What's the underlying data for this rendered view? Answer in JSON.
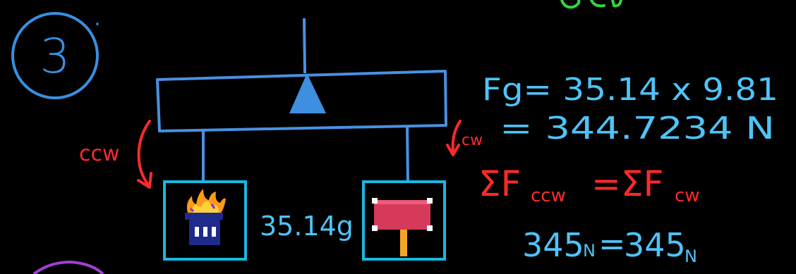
{
  "step": {
    "number": "3"
  },
  "labels": {
    "ccw": "ccw",
    "cw": "cw",
    "mass": "35.14g"
  },
  "equations": {
    "line1": "Fg= 35.14 x 9.81",
    "line2": "= 344.7234 N",
    "line3_left": "ΣF",
    "line3_left_sub": "ccw",
    "line3_eq": "=",
    "line3_right": "ΣF",
    "line3_right_sub": "cw",
    "line4_left": "345",
    "line4_left_sub": "N",
    "line4_eq": "=",
    "line4_right": "345",
    "line4_right_sub": "N"
  },
  "colors": {
    "background": "#000000",
    "circle": "#3a8fe0",
    "lever": "#4a90e2",
    "fulcrum": "#3d8fe0",
    "box": "#18b8e0",
    "blue_text": "#4fc3f7",
    "red_text": "#ff2a2a",
    "green_text": "#35d43a",
    "purple": "#a23fd6"
  },
  "icons": {
    "left_object": "burning-trash-can-icon",
    "right_object": "signpost-icon"
  }
}
